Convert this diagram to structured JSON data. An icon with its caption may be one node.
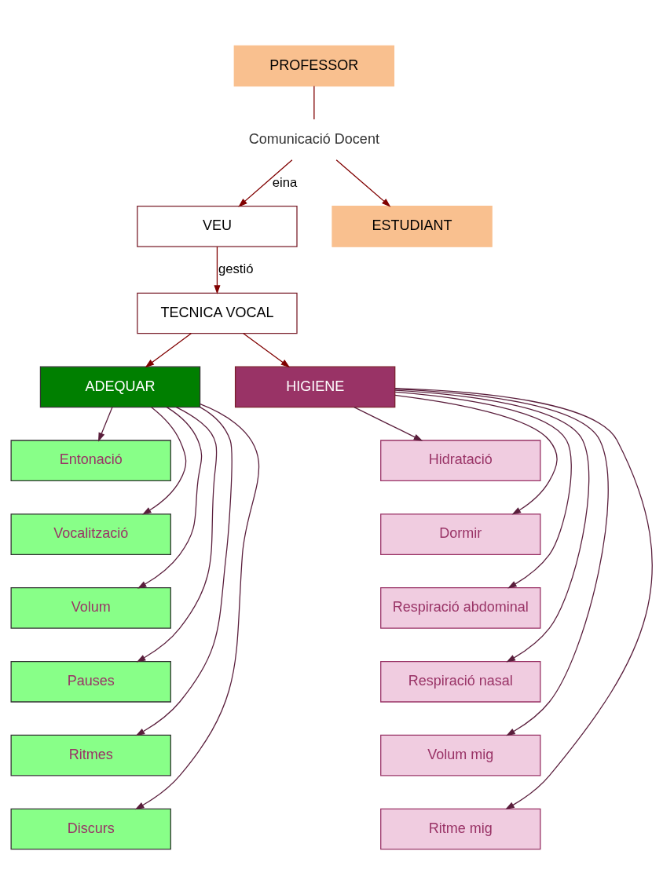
{
  "diagram": {
    "nodes": [
      {
        "text": [
          "PROFESSOR"
        ]
      },
      {
        "text": [
          "Comunicació Docent"
        ]
      },
      {
        "text": [
          "VEU"
        ]
      },
      {
        "text": [
          "ESTUDIANT"
        ]
      },
      {
        "text": [
          "TECNICA VOCAL"
        ]
      },
      {
        "text": [
          "HIGIENE"
        ]
      },
      {
        "text": [
          "ADEQUAR"
        ]
      },
      {
        "text": [
          "Entonació"
        ]
      },
      {
        "text": [
          "Vocalització"
        ]
      },
      {
        "text": [
          "Volum"
        ]
      },
      {
        "text": [
          "Pauses"
        ]
      },
      {
        "text": [
          "Ritmes"
        ]
      },
      {
        "text": [
          "Discurs"
        ]
      },
      {
        "text": [
          "Hidratació"
        ]
      },
      {
        "text": [
          "Dormir"
        ]
      },
      {
        "text": [
          "Respiració abdominal"
        ]
      },
      {
        "text": [
          "Respiració nasal"
        ]
      },
      {
        "text": [
          "Volum mig"
        ]
      },
      {
        "text": [
          "Ritme mig"
        ]
      }
    ],
    "edges": [
      {
        "from": 0,
        "to": 1,
        "arrow": "none",
        "color": "#800000"
      },
      {
        "from": 1,
        "to": 3,
        "arrow": "to",
        "color": "#800000"
      },
      {
        "from": 1,
        "to": 2,
        "arrow": "to",
        "label": "eina",
        "color": "#800000"
      },
      {
        "from": 2,
        "to": 4,
        "arrow": "to",
        "label": "gestió",
        "color": "#800000"
      },
      {
        "from": 4,
        "to": 6,
        "arrow": "to",
        "color": "#800000"
      },
      {
        "from": 4,
        "to": 5,
        "arrow": "to",
        "color": "#800000"
      },
      {
        "from": 6,
        "to": 7,
        "arrow": "to"
      },
      {
        "from": 6,
        "to": 8,
        "arrow": "to"
      },
      {
        "from": 6,
        "to": 9,
        "arrow": "to"
      },
      {
        "from": 6,
        "to": 10,
        "arrow": "to"
      },
      {
        "from": 6,
        "to": 11,
        "arrow": "to"
      },
      {
        "from": 6,
        "to": 12,
        "arrow": "to"
      },
      {
        "from": 5,
        "to": 13,
        "arrow": "to"
      },
      {
        "from": 5,
        "to": 14,
        "arrow": "to"
      },
      {
        "from": 5,
        "to": 15,
        "arrow": "to"
      },
      {
        "from": 5,
        "to": 16,
        "arrow": "to"
      },
      {
        "from": 5,
        "to": 17,
        "arrow": "to"
      },
      {
        "from": 5,
        "to": 18,
        "arrow": "to"
      }
    ]
  }
}
